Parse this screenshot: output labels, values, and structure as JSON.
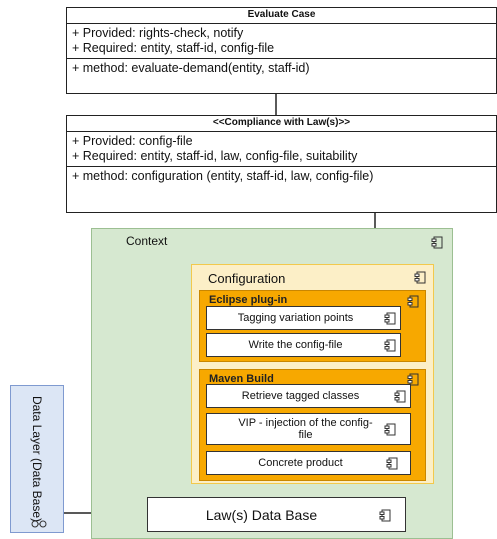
{
  "evaluate_case": {
    "title": "Evaluate Case",
    "provided": "+ Provided: rights-check, notify",
    "required": "+ Required: entity, staff-id, config-file",
    "method": "+ method: evaluate-demand(entity, staff-id)"
  },
  "compliance": {
    "title": "<<Compliance with Law(s)>>",
    "provided": "+ Provided: config-file",
    "required": "+ Required: entity, staff-id, law, config-file, suitability",
    "method": "+ method: configuration (entity, staff-id, law, config-file)"
  },
  "context": {
    "label": "Context",
    "configuration": {
      "label": "Configuration",
      "eclipse": {
        "label": "Eclipse plug-in",
        "items": [
          "Tagging variation points",
          "Write the config-file"
        ]
      },
      "maven": {
        "label": "Maven Build",
        "items": [
          "Retrieve tagged classes",
          "VIP - injection of the config-file",
          "Concrete product"
        ]
      }
    },
    "law_db": "Law(s) Data Base"
  },
  "data_layer": {
    "label": "Data Layer (Data Base)"
  }
}
